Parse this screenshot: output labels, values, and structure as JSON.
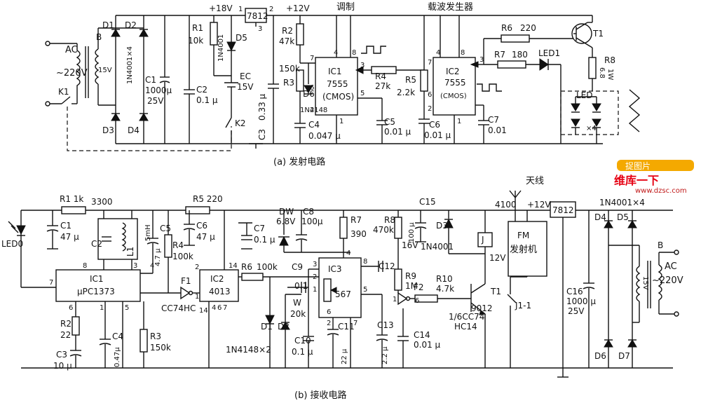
{
  "tx": {
    "caption": "(a) 发射电路",
    "ac": "AC",
    "v220": "~220V",
    "b": "B",
    "k1": "K1",
    "v15": "15V",
    "d1": "D1",
    "d2": "D2",
    "d3": "D3",
    "d4": "D4",
    "bridge": "1N4001×4",
    "c1": "C1",
    "c1v": "1000μ",
    "c1r": "25V",
    "v18": "+18V",
    "r1": "R1",
    "r1v": "10k",
    "d5": "D5",
    "d5p": "1N4001",
    "c2": "C2",
    "c2v": "0.1 μ",
    "ec": "EC",
    "ecv": "15V",
    "k2": "K2",
    "reg": "7812",
    "p1": "1",
    "p2": "2",
    "p3": "3",
    "c3": "C3",
    "c3v": "0.33 μ",
    "v12": "+12V",
    "r2": "R2",
    "r2v": "47k",
    "mod": "调制",
    "carrier": "载波发生器",
    "r3v": "150k",
    "r3": "R3",
    "d6": "D6",
    "d6p": "1N4148",
    "ic1": "IC1",
    "ic1p": "7555",
    "ic1t": "(CMOS)",
    "c4": "C4",
    "c4v": "0.047 μ",
    "r4": "R4",
    "r4v": "27k",
    "c5": "C5",
    "c5v": "0.01 μ",
    "r5": "R5",
    "r5v": "2.2k",
    "ic2": "IC2",
    "ic2p": "7555",
    "ic2t": "(CMOS)",
    "c6": "C6",
    "c6v": "0.01 μ",
    "c7": "C7",
    "c7v": "0.01",
    "r6": "R6",
    "r6v": "220",
    "r7": "R7",
    "r7v": "180",
    "led1": "LED1",
    "t1": "T1",
    "r8": "R8",
    "r8v": "6.8",
    "r8w": "1W",
    "led": "LED",
    "ledx": "×4",
    "pins": [
      "4",
      "8",
      "7",
      "6",
      "2",
      "5",
      "1",
      "3",
      "4",
      "8",
      "7",
      "6",
      "2",
      "1",
      "3"
    ]
  },
  "rx": {
    "caption": "(b) 接收电路",
    "r1": "R1 1k",
    "v3300": "3300",
    "c1": "C1",
    "c1v": "47 μ",
    "led0": "LED0",
    "c2": "C2",
    "l1": "L1",
    "l1v": "5mH",
    "ic1": "IC1",
    "ic1p": "μPC1373",
    "c5": "C5",
    "c5v": "4.7 μ",
    "r4": "R4",
    "r4v": "100k",
    "r5": "R5 220",
    "c6": "C6",
    "c6v": "47 μ",
    "ic2": "IC2",
    "ic2p": "4013",
    "f1": "F1",
    "f1p": "CC74HC",
    "r2": "R2",
    "r2v": "22",
    "c3": "C3",
    "c3v": "10 μ",
    "c4": "C4",
    "c4v": "0.47μ",
    "r3": "R3",
    "r3v": "150k",
    "c7": "C7",
    "c7v": "0.1 μ",
    "dw": "DW",
    "dwv": "6.8V",
    "c8": "C8",
    "c8v": "100μ",
    "r6": "R6",
    "r6v": "100k",
    "c9": "C9",
    "c9v": "0.1",
    "w": "W",
    "wv": "20k",
    "d1": "D1",
    "d2": "D2",
    "dp": "1N4148×2",
    "c10": "C10",
    "c10v": "0.1 μ",
    "c11": "C11",
    "c11v": "22 μ",
    "r7": "R7",
    "r7v": "390",
    "ic3": "IC3",
    "ic3p": "567",
    "c12": "C12",
    "c13": "C13",
    "c13v": "2.2 μ",
    "r8": "R8",
    "r8v": "470k",
    "c15": "C15",
    "c16v100": "100 μ",
    "v16": "16V",
    "r9": "R9",
    "r9v": "1M",
    "f2": "F2",
    "r10": "R10",
    "r10v": "4.7k",
    "c14": "C14",
    "c14v": "0.01 μ",
    "d3": "D3",
    "d3p": "1N4001",
    "j": "J",
    "v12j": "12V",
    "t1": "T1",
    "t1p": "9012",
    "gate": "1/6CC74",
    "gatep": "HC14",
    "j11": "J1-1",
    "antenna": "天线",
    "v4100": "4100",
    "v12": "+12V",
    "fm": "FM",
    "fmt": "发射机",
    "reg": "7812",
    "c16": "C16",
    "c16v": "1000 μ",
    "c16r": "25V",
    "bridge": "1N4001×4",
    "d4": "D4",
    "d5": "D5",
    "d6": "D6",
    "d7": "D7",
    "b": "B",
    "v15": "15V",
    "ac": "AC",
    "v220": "~220V",
    "pins": [
      "8",
      "7",
      "4",
      "3",
      "6",
      "1",
      "5",
      "2",
      "1",
      "14",
      "4",
      "6",
      "7",
      "3",
      "2",
      "1",
      "4",
      "8",
      "5",
      "6",
      "7",
      "2",
      "1",
      "6",
      "14"
    ]
  },
  "watermark": {
    "badge": "捉图片",
    "brand": "维库一下",
    "url": "www.dzsc.com"
  }
}
